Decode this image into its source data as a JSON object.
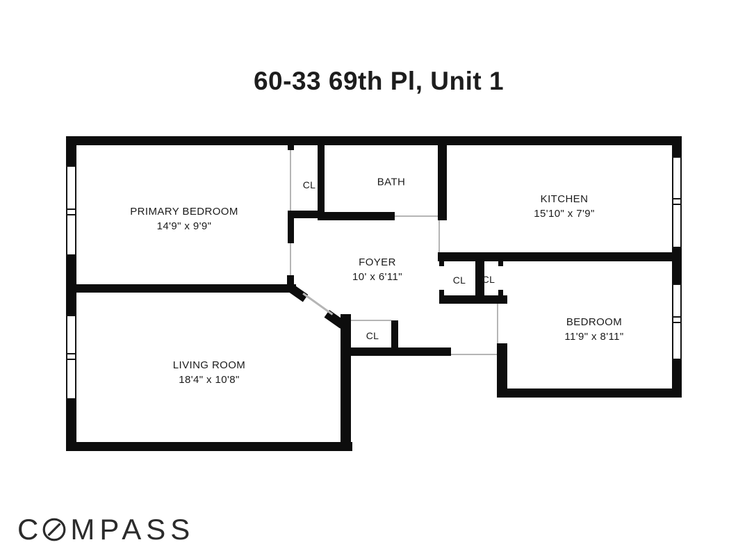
{
  "title": "60-33 69th Pl, Unit 1",
  "floorplan": {
    "closet_label": "CL",
    "rooms": {
      "primary_bedroom": {
        "name": "PRIMARY BEDROOM",
        "dims": "14'9\" x 9'9\""
      },
      "bath": {
        "name": "BATH"
      },
      "kitchen": {
        "name": "KITCHEN",
        "dims": "15'10\" x 7'9\""
      },
      "foyer": {
        "name": "FOYER",
        "dims": "10' x 6'11\""
      },
      "living_room": {
        "name": "LIVING ROOM",
        "dims": "18'4\" x 10'8\""
      },
      "bedroom": {
        "name": "BEDROOM",
        "dims": "11'9\" x 8'11\""
      }
    }
  },
  "branding": {
    "logo_prefix": "C",
    "logo_suffix": "MPASS"
  }
}
